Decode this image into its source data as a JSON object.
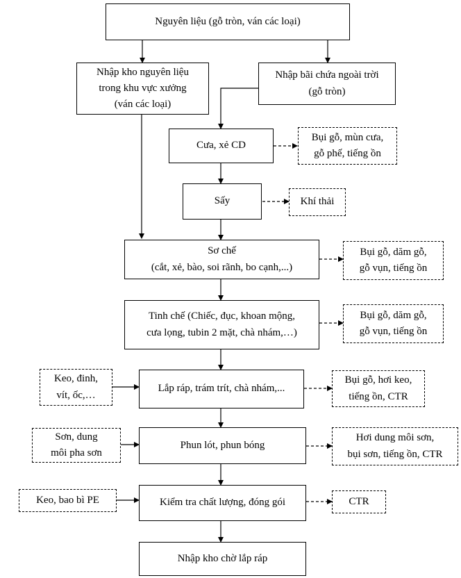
{
  "nodes": {
    "raw_material": [
      "Nguyên liệu (gỗ tròn, ván các loại)"
    ],
    "store_indoor": [
      "Nhập kho nguyên liệu",
      "trong khu vực xưởng",
      "(ván các loại)"
    ],
    "store_outdoor": [
      "Nhập bãi chứa ngoài trời",
      "(gỗ tròn)"
    ],
    "saw": [
      "Cưa, xẻ CD"
    ],
    "saw_waste": [
      "Bụi gỗ, mùn cưa,",
      "gỗ phế, tiếng ồn"
    ],
    "dry": [
      "Sấy"
    ],
    "dry_waste": [
      "Khí thải"
    ],
    "rough": [
      "Sơ chế",
      "(cắt, xẻ, bào, soi rãnh, bo cạnh,...)"
    ],
    "rough_waste": [
      "Bụi gỗ, dăm gỗ,",
      "gỗ vụn, tiếng ồn"
    ],
    "fine": [
      "Tinh chế (Chiếc, đục, khoan mộng,",
      "cưa lọng, tubin 2 mặt, chà nhám,…)"
    ],
    "fine_waste": [
      "Bụi gỗ, dăm gỗ,",
      "gỗ vụn, tiếng ồn"
    ],
    "assembly_input": [
      "Keo, đinh,",
      "vít, ốc,…"
    ],
    "assembly": [
      "Lắp ráp, trám trít, chà nhám,..."
    ],
    "assembly_waste": [
      "Bụi gỗ, hơi keo,",
      "tiếng ồn, CTR"
    ],
    "paint_input": [
      "Sơn, dung",
      "môi pha sơn"
    ],
    "paint": [
      "Phun lót, phun bóng"
    ],
    "paint_waste": [
      "Hơi dung môi sơn,",
      "bụi sơn, tiếng ồn, CTR"
    ],
    "qc_input": [
      "Keo, bao bì PE"
    ],
    "qc": [
      "Kiểm tra chất lượng, đóng gói"
    ],
    "qc_waste": [
      "CTR"
    ],
    "final": [
      "Nhập kho chờ lắp ráp"
    ]
  }
}
